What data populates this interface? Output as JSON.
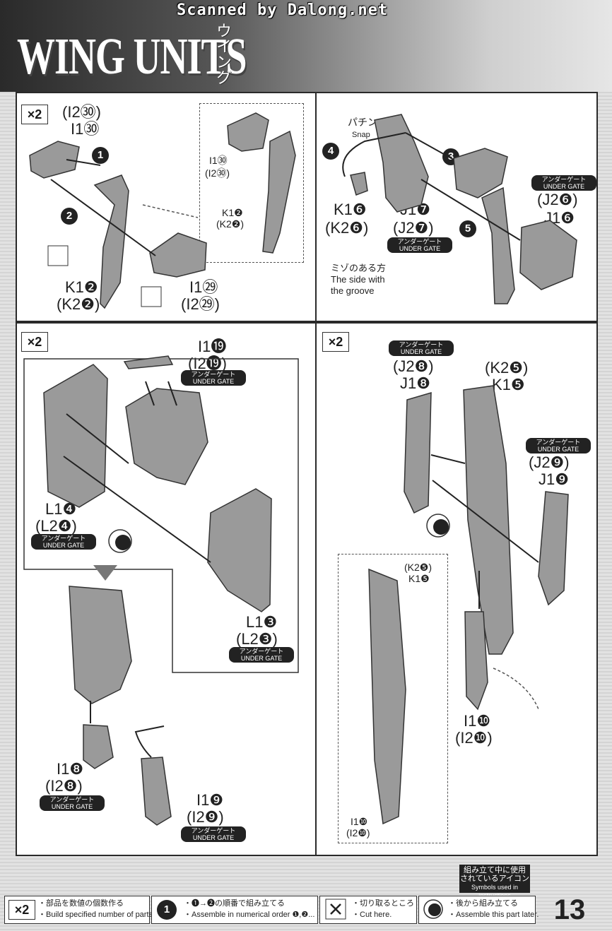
{
  "header": {
    "scan_credit": "Scanned by Dalong.net",
    "title": "WING UNITS",
    "subtitle_jp": "ウイング",
    "page_number": "13"
  },
  "panel1": {
    "multiplier": "×2",
    "top_label_a": "(I2㉚)",
    "top_label_b": "I1㉚",
    "inset_label_a": "I1㉚",
    "inset_label_b": "(I2㉚)",
    "inset_label_c": "K1❷",
    "inset_label_d": "(K2❷)",
    "left_label_a": "K1❷",
    "left_label_b": "(K2❷)",
    "mid_label_a": "I1㉙",
    "mid_label_b": "(I2㉙)",
    "step1": "1",
    "step2": "2"
  },
  "panel2": {
    "snap_jp": "パチン",
    "snap_en": "Snap",
    "step4": "4",
    "step3": "3",
    "step5": "5",
    "k_label_a": "K1❻",
    "k_label_b": "(K2❻)",
    "j7_a": "J1❼",
    "j7_b": "(J2❼)",
    "under_gate": "アンダーゲート UNDER GATE",
    "j6_a": "(J2❻)",
    "j6_b": "J1❻",
    "under_gate_2": "アンダーゲート UNDER GATE",
    "groove_jp": "ミゾのある方",
    "groove_en_1": "The side with",
    "groove_en_2": "the groove"
  },
  "panel3": {
    "multiplier": "×2",
    "i19_a": "I1⓳",
    "i19_b": "(I2⓳)",
    "under_gate": "アンダーゲート UNDER GATE",
    "l4_a": "L1❹",
    "l4_b": "(L2❹)",
    "under_gate_2": "アンダーゲート UNDER GATE",
    "l3_a": "L1❸",
    "l3_b": "(L2❸)",
    "under_gate_3": "アンダーゲート UNDER GATE",
    "i8_a": "I1❽",
    "i8_b": "(I2❽)",
    "under_gate_4": "アンダーゲート UNDER GATE",
    "i9_a": "I1❾",
    "i9_b": "(I2❾)",
    "under_gate_5": "アンダーゲート UNDER GATE"
  },
  "panel4": {
    "multiplier": "×2",
    "under_gate": "アンダーゲート UNDER GATE",
    "j8_a": "(J2❽)",
    "j8_b": "J1❽",
    "k5_a": "(K2❺)",
    "k5_b": "K1❺",
    "under_gate_2": "アンダーゲート UNDER GATE",
    "j9_a": "(J2❾)",
    "j9_b": "J1❾",
    "inset_k_a": "(K2❺)",
    "inset_k_b": "K1❺",
    "inset_i_a": "I1❿",
    "inset_i_b": "(I2❿)",
    "i10_a": "I1❿",
    "i10_b": "(I2❿)"
  },
  "footer": {
    "icons_title_jp_1": "組み立て中に使用",
    "icons_title_jp_2": "されているアイコン",
    "icons_title_en": "Symbols used in instructions",
    "f1_mult": "×2",
    "f1_jp": "・部品を数値の個数作る",
    "f1_en": "・Build specified number of parts.",
    "f2_jp": "・❶→❷の順番で組み立てる",
    "f2_en": "・Assemble in numerical order ❶,❷...",
    "f3_jp": "・切り取るところ",
    "f3_en": "・Cut here.",
    "f4_jp": "・後から組み立てる",
    "f4_en": "・Assemble this part later."
  },
  "colors": {
    "part_gray": "#9a9a9a",
    "ink": "#222222",
    "panel_bg": "#ffffff"
  }
}
